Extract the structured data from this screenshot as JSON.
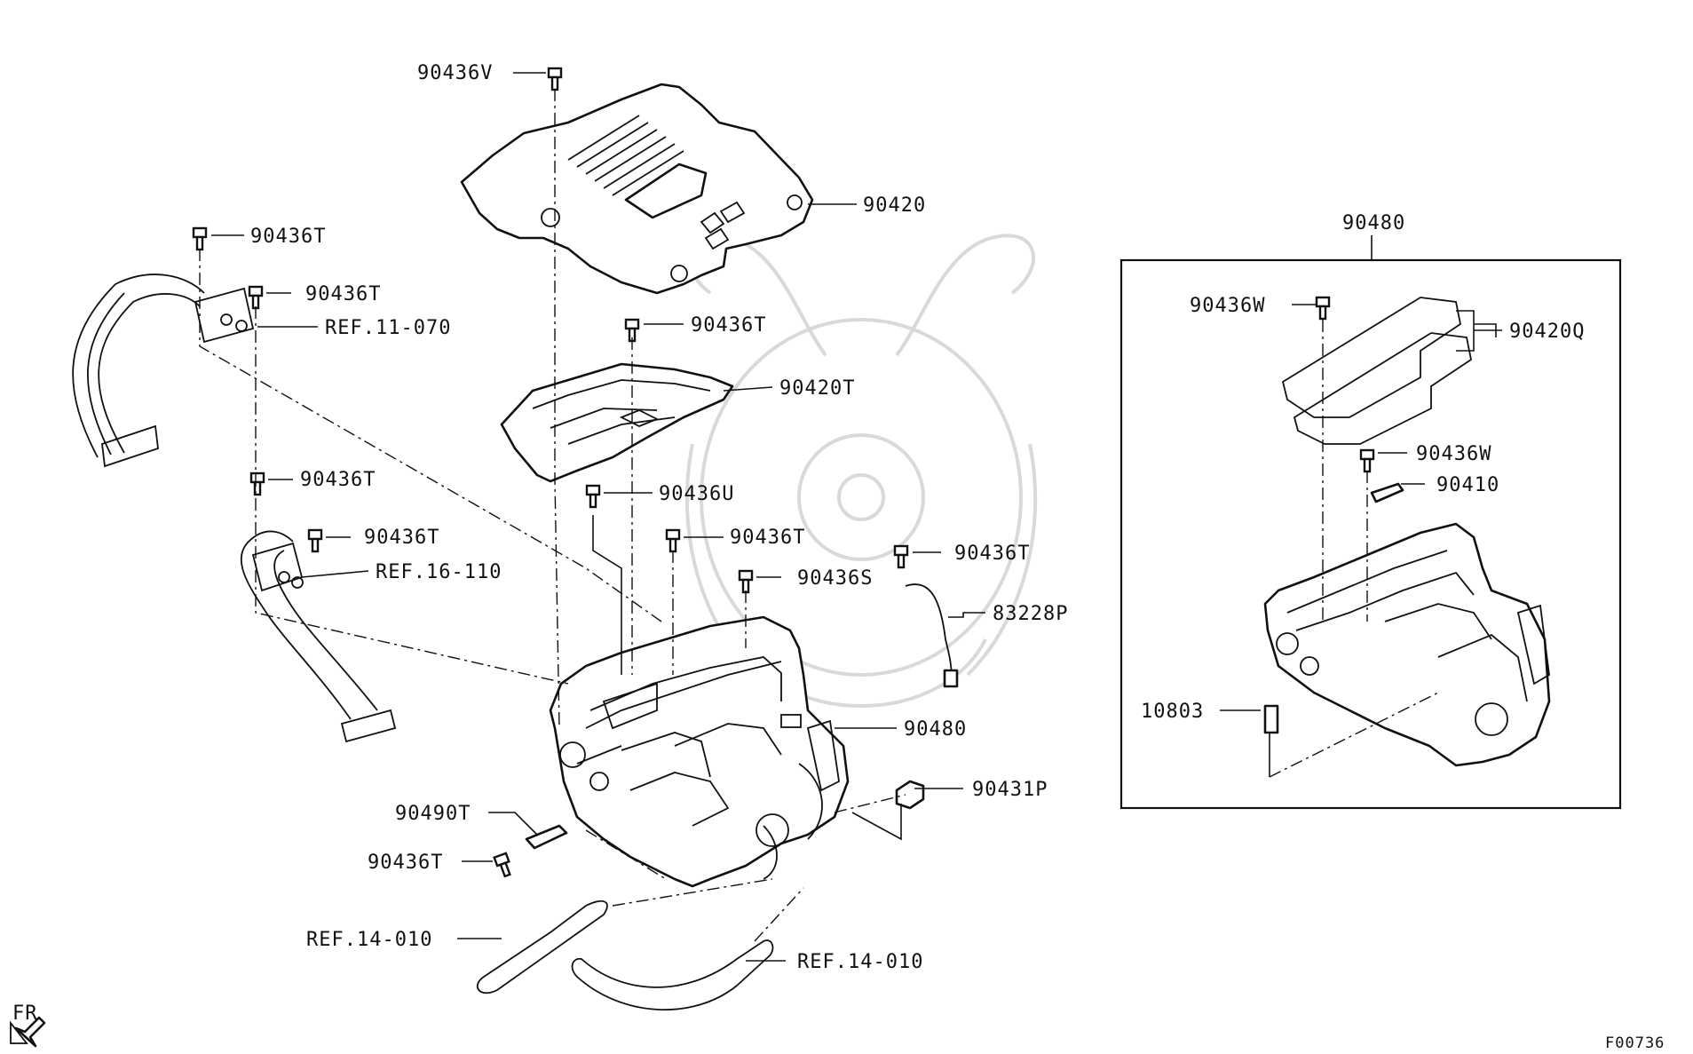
{
  "diagram_code": "F00736",
  "direction_label": "FR",
  "labels": {
    "p90436V": "90436V",
    "p90420": "90420",
    "p90436T_a": "90436T",
    "p90436T_b": "90436T",
    "ref_11_070": "REF.11-070",
    "p90436T_c": "90436T",
    "p90420T": "90420T",
    "p90436T_d": "90436T",
    "p90436U": "90436U",
    "p90436T_e": "90436T",
    "ref_16_110": "REF.16-110",
    "p90436T_f": "90436T",
    "p90436T_g": "90436T",
    "p90436S": "90436S",
    "p83228P": "83228P",
    "p90480_main": "90480",
    "p90431P": "90431P",
    "p90490T": "90490T",
    "p90436T_h": "90436T",
    "ref_14_010_a": "REF.14-010",
    "ref_14_010_b": "REF.14-010",
    "inset_title": "90480",
    "p90436W_a": "90436W",
    "p90420Q": "90420Q",
    "p90436W_b": "90436W",
    "p90410": "90410",
    "p10803": "10803"
  }
}
